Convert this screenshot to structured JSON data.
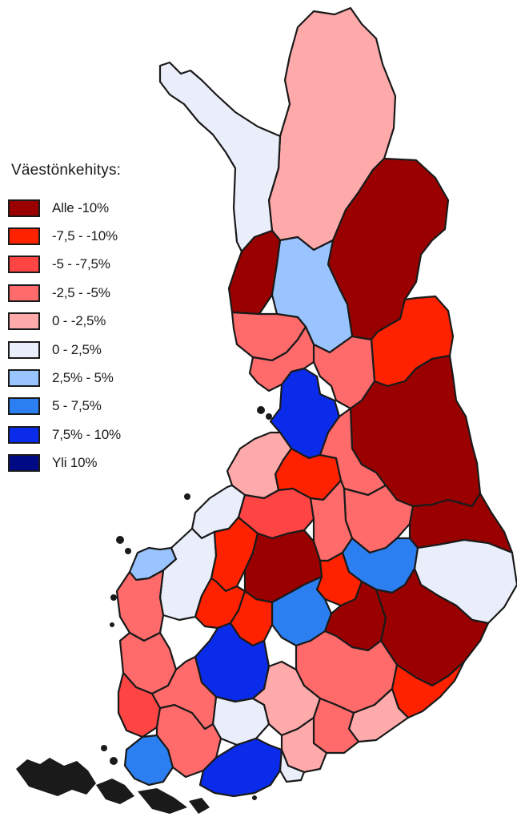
{
  "legend": {
    "title": "Väestönkehitys:",
    "items": [
      {
        "label": "Alle -10%",
        "color": "#9b0000"
      },
      {
        "label": "-7,5 - -10%",
        "color": "#ff2200"
      },
      {
        "label": "-5 - -7,5%",
        "color": "#ff4444"
      },
      {
        "label": "-2,5 - -5%",
        "color": "#ff6b6b"
      },
      {
        "label": "0 - -2,5%",
        "color": "#ffaaaa"
      },
      {
        "label": "0 - 2,5%",
        "color": "#eaeefa"
      },
      {
        "label": "2,5% - 5%",
        "color": "#99c4ff"
      },
      {
        "label": "5 - 7,5%",
        "color": "#2b7ff0"
      },
      {
        "label": "7,5% - 10%",
        "color": "#0a2cea"
      },
      {
        "label": "Yli 10%",
        "color": "#000a85"
      }
    ]
  },
  "regions": [
    {
      "name": "utsjoki-inari",
      "cls": 4
    },
    {
      "name": "enontekio",
      "cls": 5
    },
    {
      "name": "ita-lappi",
      "cls": 0
    },
    {
      "name": "tunturi-lappi",
      "cls": 0
    },
    {
      "name": "rovaniemi",
      "cls": 6
    },
    {
      "name": "kemi-tornio",
      "cls": 3
    },
    {
      "name": "koillismaa",
      "cls": 1
    },
    {
      "name": "oulunkaari",
      "cls": 3
    },
    {
      "name": "oulu",
      "cls": 8
    },
    {
      "name": "koillis-kainuu",
      "cls": 0
    },
    {
      "name": "raahe",
      "cls": 3
    },
    {
      "name": "siikalatva",
      "cls": 1
    },
    {
      "name": "haapavesi",
      "cls": 3
    },
    {
      "name": "nivala",
      "cls": 4
    },
    {
      "name": "kokkola",
      "cls": 5
    },
    {
      "name": "kajaani",
      "cls": 3
    },
    {
      "name": "ylivieska",
      "cls": 2
    },
    {
      "name": "jakobstad",
      "cls": 6
    },
    {
      "name": "vaasa",
      "cls": 5
    },
    {
      "name": "kuusiokunnat",
      "cls": 1
    },
    {
      "name": "saarijarvi",
      "cls": 0
    },
    {
      "name": "ylasavo",
      "cls": 3
    },
    {
      "name": "pielinen-karjala",
      "cls": 0
    },
    {
      "name": "joensuu",
      "cls": 5
    },
    {
      "name": "kuopio",
      "cls": 7
    },
    {
      "name": "keuruu",
      "cls": 1
    },
    {
      "name": "jyvaskyla",
      "cls": 7
    },
    {
      "name": "seinajoki",
      "cls": 1
    },
    {
      "name": "kauhava",
      "cls": 1
    },
    {
      "name": "suupohja",
      "cls": 3
    },
    {
      "name": "pieksamaki",
      "cls": 0
    },
    {
      "name": "savonlinna",
      "cls": 0
    },
    {
      "name": "mikkeli",
      "cls": 3
    },
    {
      "name": "tampere",
      "cls": 8
    },
    {
      "name": "pori",
      "cls": 3
    },
    {
      "name": "rauma",
      "cls": 2
    },
    {
      "name": "hameenlinna",
      "cls": 5
    },
    {
      "name": "lahti",
      "cls": 4
    },
    {
      "name": "imatra",
      "cls": 1
    },
    {
      "name": "lappeenranta",
      "cls": 4
    },
    {
      "name": "kouvola",
      "cls": 3
    },
    {
      "name": "kotka",
      "cls": 4
    },
    {
      "name": "turku",
      "cls": 7
    },
    {
      "name": "salo",
      "cls": 3
    },
    {
      "name": "helsinki",
      "cls": 8
    },
    {
      "name": "porvoo",
      "cls": 5
    },
    {
      "name": "loimaa",
      "cls": 3
    }
  ]
}
